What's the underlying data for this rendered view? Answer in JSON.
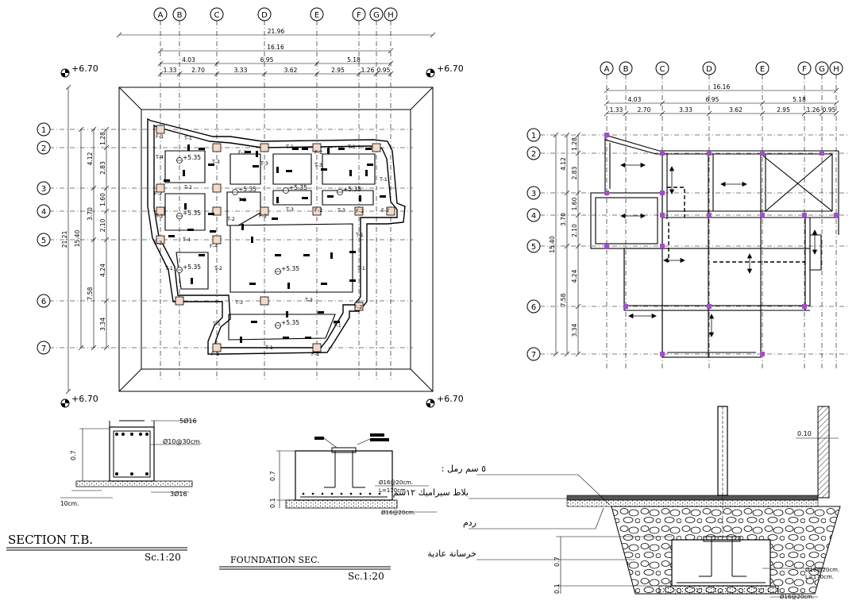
{
  "grid": {
    "columns": [
      "A",
      "B",
      "C",
      "D",
      "E",
      "F",
      "G",
      "H"
    ],
    "rows": [
      "1",
      "2",
      "3",
      "4",
      "5",
      "6",
      "7"
    ]
  },
  "plan_left": {
    "overall_width": "21.96",
    "grid_width": "16.16",
    "group_dims": [
      "4.03",
      "6.95",
      "5.18"
    ],
    "bay_dims": [
      "1.33",
      "2.70",
      "3.33",
      "3.62",
      "2.95",
      "1.26",
      "0.95"
    ],
    "overall_height": "21.21",
    "grid_height": "15.40",
    "row_group_dims": [
      "4.12",
      "3.70",
      "7.58"
    ],
    "row_bay_dims": [
      "1.28",
      "2.83",
      "1.60",
      "2.10",
      "4.24",
      "3.34"
    ],
    "level_mark": "+6.70",
    "slab_level": "+5.35",
    "beam_labels": [
      "F-1",
      "F-2",
      "F-3",
      "F-4",
      "T-1",
      "T-2",
      "T-3",
      "T-4"
    ]
  },
  "plan_right": {
    "grid_width": "16.16",
    "group_dims": [
      "4.03",
      "6.95",
      "5.18"
    ],
    "bay_dims": [
      "1.33",
      "2.70",
      "3.33",
      "3.62",
      "2.95",
      "1.26",
      "0.95"
    ],
    "grid_height": "15.40",
    "row_group_dims": [
      "4.12",
      "3.70",
      "7.58"
    ],
    "row_bay_dims": [
      "1.28",
      "2.83",
      "1.60",
      "2.10",
      "4.24",
      "3.34"
    ]
  },
  "section_tb": {
    "title": "SECTION    T.B.",
    "scale": "Sc.1:20",
    "top_bars": "5Ø16",
    "stirrups": "Ø10@30cm.",
    "bottom_bars": "3Ø16",
    "height": "0.7",
    "cover": "10cm."
  },
  "foundation_sec": {
    "title": "FOUNDATION  SEC.",
    "scale": "Sc.1:20",
    "bars_top": "Ø16@20cm.",
    "bar_length": "L=170cm.",
    "bars_bottom": "Ø16@20cm.",
    "height": "0.7",
    "base": "0.1"
  },
  "wall_section": {
    "wall_thickness": "0.10",
    "height": "0.7",
    "base": "0.1",
    "bars_top": "Ø16@20cm.",
    "bar_length": "L=170cm.",
    "bars_bottom": "Ø16@20cm.",
    "notes": [
      "٥ سم رمل :",
      "بلاط سيراميك ١٢سم",
      "ردم",
      "خرسانة عادية"
    ]
  }
}
